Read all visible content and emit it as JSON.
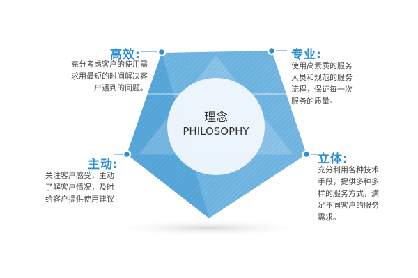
{
  "center": {
    "title": "理念",
    "subtitle": "PHILOSOPHY"
  },
  "items": [
    {
      "title": "高效:",
      "lines": [
        "充分考虑客户的使用需",
        "求用最短的时间解决客",
        "户遇到的问题。"
      ]
    },
    {
      "title": "专业:",
      "lines": [
        "使用高素质的服务",
        "人员和规范的服务",
        "流程，保证每一次",
        "服务的质量。"
      ]
    },
    {
      "title": "主动:",
      "lines": [
        "关注客户感受，主动",
        "了解客户情况，及时",
        "给客户提供使用建议"
      ]
    },
    {
      "title": "立体:",
      "lines": [
        "充分利用各种技术",
        "手段，提供多种多",
        "样的服务方式，满",
        "足不同客户的服务",
        "需求。"
      ]
    }
  ],
  "colors": {
    "accent": "#2c8fd4",
    "shape_fill": "#5aa9dc",
    "shape_light": "#a9d3ef",
    "text": "#4a4a4a"
  }
}
